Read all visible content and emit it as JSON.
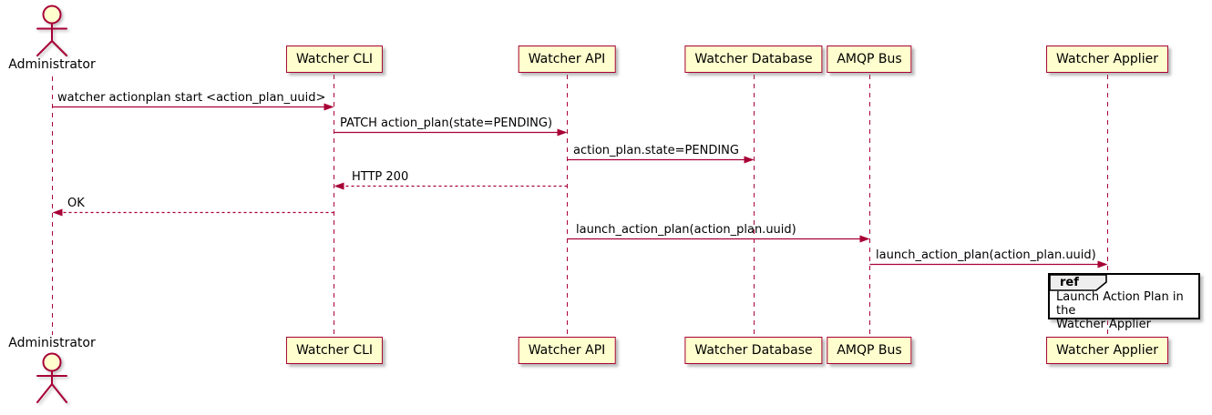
{
  "diagram": {
    "type": "sequence",
    "colors": {
      "participant_fill": "#FEFECE",
      "participant_border": "#A80036",
      "lifeline": "#A80036",
      "message_line": "#A80036",
      "actor": "#A80036",
      "ref_border": "#000000",
      "ref_header_fill": "#EEEEEE",
      "ref_fill": "#FFFFFF",
      "text": "#000000",
      "background": "#FFFFFF"
    },
    "actor": {
      "name": "Administrator"
    },
    "participants": [
      {
        "label": "Watcher CLI"
      },
      {
        "label": "Watcher API"
      },
      {
        "label": "Watcher Database"
      },
      {
        "label": "AMQP Bus"
      },
      {
        "label": "Watcher Applier"
      }
    ],
    "messages": [
      {
        "from": "Administrator",
        "to": "Watcher CLI",
        "text": "watcher actionplan start <action_plan_uuid>",
        "line": "solid"
      },
      {
        "from": "Watcher CLI",
        "to": "Watcher API",
        "text": "PATCH action_plan(state=PENDING)",
        "line": "solid"
      },
      {
        "from": "Watcher API",
        "to": "Watcher Database",
        "text": "action_plan.state=PENDING",
        "line": "solid"
      },
      {
        "from": "Watcher API",
        "to": "Watcher CLI",
        "text": "HTTP 200",
        "line": "dashed"
      },
      {
        "from": "Watcher CLI",
        "to": "Administrator",
        "text": "OK",
        "line": "dashed"
      },
      {
        "from": "Watcher API",
        "to": "AMQP Bus",
        "text": "launch_action_plan(action_plan.uuid)",
        "line": "solid"
      },
      {
        "from": "AMQP Bus",
        "to": "Watcher Applier",
        "text": "launch_action_plan(action_plan.uuid)",
        "line": "solid"
      }
    ],
    "ref": {
      "keyword": "ref",
      "text": "Launch Action Plan in the\nWatcher Applier"
    }
  }
}
